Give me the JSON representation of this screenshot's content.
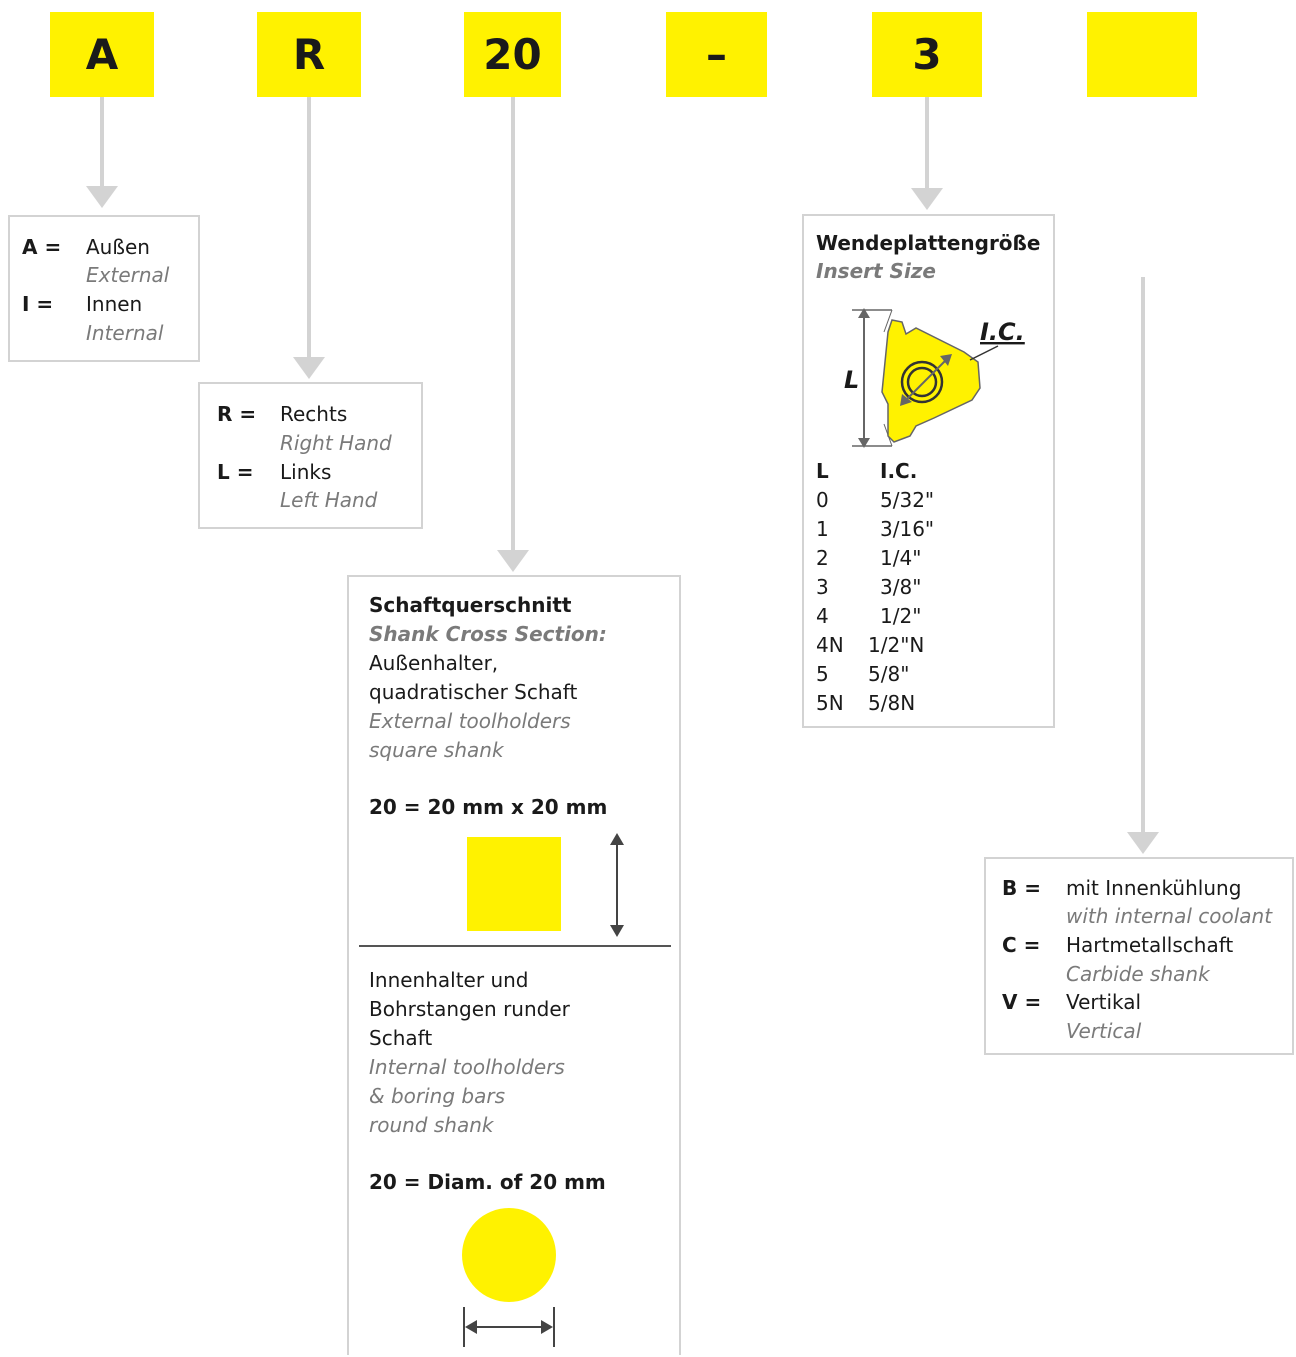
{
  "codes": [
    "A",
    "R",
    "20",
    "–",
    "3",
    ""
  ],
  "box_a": {
    "rows": [
      {
        "key": "A =",
        "de": "Außen",
        "en": "External"
      },
      {
        "key": "I =",
        "de": "Innen",
        "en": "Internal"
      }
    ]
  },
  "box_r": {
    "rows": [
      {
        "key": "R =",
        "de": "Rechts",
        "en": "Right Hand"
      },
      {
        "key": "L =",
        "de": "Links",
        "en": "Left Hand"
      }
    ]
  },
  "box_shank": {
    "title_de": "Schaftquerschnitt",
    "title_en": "Shank Cross Section:",
    "ext_de_1": "Außenhalter,",
    "ext_de_2": "quadratischer Schaft",
    "ext_en_1": "External toolholders",
    "ext_en_2": "square shank",
    "ext_dim": "20 = 20 mm x 20 mm",
    "int_de_1": "Innenhalter und",
    "int_de_2": "Bohrstangen runder",
    "int_de_3": "Schaft",
    "int_en_1": "Internal toolholders",
    "int_en_2": "& boring bars",
    "int_en_3": "round shank",
    "int_dim": "20 = Diam. of 20 mm"
  },
  "box_size": {
    "title_de": "Wendeplattengröße",
    "title_en": "Insert Size",
    "label_l": "L",
    "label_ic": "I.C.",
    "col_l": "L",
    "col_ic": "I.C.",
    "rows": [
      {
        "l": "0",
        "ic": "5/32\""
      },
      {
        "l": "1",
        "ic": "3/16\""
      },
      {
        "l": "2",
        "ic": "1/4\""
      },
      {
        "l": "3",
        "ic": "3/8\""
      },
      {
        "l": "4",
        "ic": "1/2\""
      },
      {
        "l": "4N",
        "ic": "1/2\"N"
      },
      {
        "l": "5",
        "ic": "5/8\""
      },
      {
        "l": "5N",
        "ic": "5/8N"
      }
    ]
  },
  "box_opt": {
    "rows": [
      {
        "key": "B =",
        "de": "mit Innenkühlung",
        "en": "with internal coolant"
      },
      {
        "key": "C =",
        "de": "Hartmetallschaft",
        "en": "Carbide shank"
      },
      {
        "key": "V =",
        "de": "Vertikal",
        "en": "Vertical"
      }
    ]
  },
  "colors": {
    "yellow": "#fff200",
    "gray": "#d3d3d3",
    "dark": "#1a1a1a",
    "italic_gray": "#7a7a7a"
  }
}
